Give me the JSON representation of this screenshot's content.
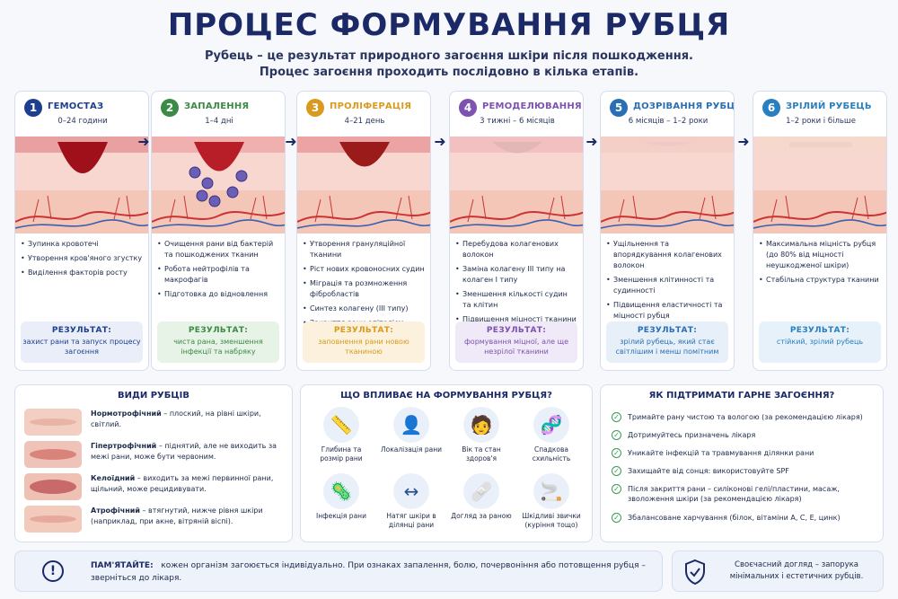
{
  "title": "ПРОЦЕС ФОРМУВАННЯ РУБЦЯ",
  "subtitle_line1": "Рубець – це результат природного загоєння шкіри після пошкодження.",
  "subtitle_line2": "Процес загоєння проходить послідовно в кілька етапів.",
  "stages": [
    {
      "num": "1",
      "name": "ГЕМОСТАЗ",
      "time": "0–24 години",
      "color": "#1e3f8f",
      "items": [
        "Зупинка кровотечі",
        "Утворення кров'яного згустку",
        "Виділення факторів росту"
      ],
      "result_label": "РЕЗУЛЬТАТ:",
      "result_text": "захист рани та запуск процесу загоєння",
      "result_bg": "#e9eef8"
    },
    {
      "num": "2",
      "name": "ЗАПАЛЕННЯ",
      "time": "1–4 дні",
      "color": "#3b8a45",
      "items": [
        "Очищення рани від бактерій та пошкоджених тканин",
        "Робота нейтрофілів та макрофагів",
        "Підготовка до відновлення"
      ],
      "result_label": "РЕЗУЛЬТАТ:",
      "result_text": "чиста рана, зменшення інфекції та набряку",
      "result_bg": "#e7f3e6"
    },
    {
      "num": "3",
      "name": "ПРОЛІФЕРАЦІЯ",
      "time": "4–21 день",
      "color": "#d99a1f",
      "items": [
        "Утворення грануляційної тканини",
        "Ріст нових кровоносних судин",
        "Міграція та розмноження фібробластів",
        "Синтез колагену (III типу)",
        "Закриття рани епітелієм"
      ],
      "result_label": "РЕЗУЛЬТАТ:",
      "result_text": "заповнення рани новою тканиною",
      "result_bg": "#fbf1dc"
    },
    {
      "num": "4",
      "name": "РЕМОДЕЛЮВАННЯ",
      "time": "3 тижні – 6 місяців",
      "color": "#7d52b0",
      "items": [
        "Перебудова колагенових волокон",
        "Заміна колагену III типу на колаген I типу",
        "Зменшення кількості судин та клітин",
        "Підвищення міцності тканини"
      ],
      "result_label": "РЕЗУЛЬТАТ:",
      "result_text": "формування міцної, але ще незрілої тканини",
      "result_bg": "#f0e9f7"
    },
    {
      "num": "5",
      "name": "ДОЗРІВАННЯ РУБЦЯ",
      "time": "6 місяців – 1–2 роки",
      "color": "#2a6fb5",
      "items": [
        "Ущільнення та впорядкування колагенових волокон",
        "Зменшення клітинності та судинності",
        "Підвищення еластичності та міцності рубця"
      ],
      "result_label": "РЕЗУЛЬТАТ:",
      "result_text": "зрілий рубець, який стає світлішим і менш помітним",
      "result_bg": "#e7f0f9"
    },
    {
      "num": "6",
      "name": "ЗРІЛИЙ РУБЕЦЬ",
      "time": "1–2 роки і більше",
      "color": "#2a7fbf",
      "items": [
        "Максимальна міцність рубця (до 80% від міцності неушкодженої шкіри)",
        "Стабільна структура тканини"
      ],
      "result_label": "РЕЗУЛЬТАТ:",
      "result_text": "стійкий, зрілий рубець",
      "result_bg": "#e7f1f9"
    }
  ],
  "scar_types": {
    "title": "ВИДИ РУБЦІВ",
    "items": [
      {
        "name": "Нормотрофічний",
        "desc": " – плоский, на рівні шкіри, світлий."
      },
      {
        "name": "Гіпертрофічний",
        "desc": " – піднятий, але не виходить за межі рани, може бути червоним."
      },
      {
        "name": "Келоїдний",
        "desc": " – виходить за межі первинної рани, щільний, може рецидивувати."
      },
      {
        "name": "Атрофічний",
        "desc": " – втягнутий, нижче рівня шкіри (наприклад, при акне, вітряній віспі)."
      }
    ]
  },
  "factors": {
    "title": "ЩО ВПЛИВАЄ НА ФОРМУВАННЯ РУБЦЯ?",
    "items": [
      {
        "label": "Глибина та розмір рани",
        "icon": "ruler-icon"
      },
      {
        "label": "Локалізація рани",
        "icon": "body-icon"
      },
      {
        "label": "Вік та стан здоров'я",
        "icon": "person-icon"
      },
      {
        "label": "Спадкова схильність",
        "icon": "dna-icon"
      },
      {
        "label": "Інфекція рани",
        "icon": "bacteria-icon"
      },
      {
        "label": "Натяг шкіри в ділянці рани",
        "icon": "stretch-arrows-icon"
      },
      {
        "label": "Догляд за раною",
        "icon": "bandage-icon"
      },
      {
        "label": "Шкідливі звички (куріння тощо)",
        "icon": "cigarette-icon"
      }
    ]
  },
  "healing_tips": {
    "title": "ЯК ПІДТРИМАТИ ГАРНЕ ЗАГОЄННЯ?",
    "items": [
      "Тримайте рану чистою та вологою (за рекомендацією лікаря)",
      "Дотримуйтесь призначень лікаря",
      "Уникайте інфекцій та травмування ділянки рани",
      "Захищайте від сонця: використовуйте SPF",
      "Після закриття рани – силіконові гелі/пластини, масаж, зволоження шкіри (за рекомендацією лікаря)",
      "Збалансоване харчування (білок, вітаміни А, С, Е, цинк)"
    ]
  },
  "footer": {
    "reminder_label": "ПАМ'ЯТАЙТЕ:",
    "reminder_text": "кожен організм загоюється індивідуально. При ознаках запалення, болю, почервоніння або потовщення рубця – зверніться до лікаря.",
    "care_text": "Своєчасний догляд – запорука мінімальних і естетичних рубців."
  }
}
